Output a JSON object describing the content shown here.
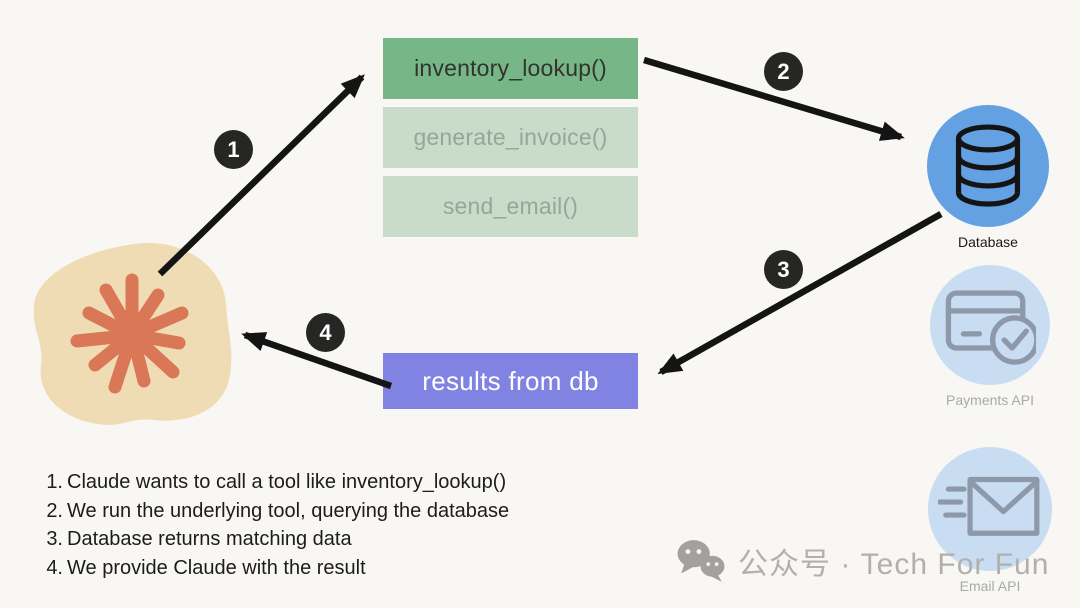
{
  "diagram": {
    "claude_logo": "claude-starburst",
    "tools": [
      {
        "label": "inventory_lookup()",
        "state": "active"
      },
      {
        "label": "generate_invoice()",
        "state": "inactive"
      },
      {
        "label": "send_email()",
        "state": "inactive"
      }
    ],
    "result_label": "results from db",
    "services": [
      {
        "label": "Database",
        "icon": "database-cylinder-icon",
        "state": "active"
      },
      {
        "label": "Payments API",
        "icon": "credit-card-check-icon",
        "state": "inactive"
      },
      {
        "label": "Email API",
        "icon": "envelope-send-icon",
        "state": "inactive"
      }
    ],
    "badges": [
      "1",
      "2",
      "3",
      "4"
    ]
  },
  "legend": {
    "items": [
      {
        "num": "1.",
        "text": "Claude wants to call a tool like inventory_lookup()"
      },
      {
        "num": "2.",
        "text": "We run the underlying tool, querying the database"
      },
      {
        "num": "3.",
        "text": "Database returns matching data"
      },
      {
        "num": "4.",
        "text": "We provide Claude with the result"
      }
    ]
  },
  "watermark": {
    "label": "公众号 · Tech For Fun",
    "icon": "wechat-icon"
  },
  "colors": {
    "background": "#f8f7f4",
    "tool_active_bg": "#77b787",
    "tool_inactive_bg": "#c9dcca",
    "result_bg": "#8083e1",
    "database_bg": "#64a1e2",
    "service_inactive_bg": "#c8dcf2",
    "claude_orange": "#d97757",
    "claude_beige": "#f0dcb4",
    "badge_bg": "#262624",
    "arrow": "#141414",
    "watermark_gray": "#b2b0ad"
  }
}
